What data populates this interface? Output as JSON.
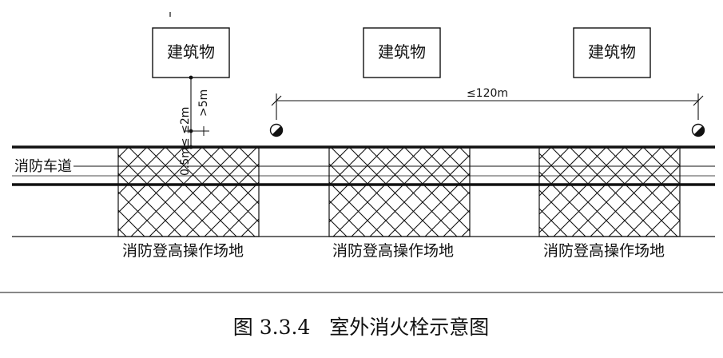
{
  "buildings": [
    {
      "label": "建筑物"
    },
    {
      "label": "建筑物"
    },
    {
      "label": "建筑物"
    }
  ],
  "road_label": "消防车道",
  "platforms": [
    {
      "label": "消防登高操作场地"
    },
    {
      "label": "消防登高操作场地"
    },
    {
      "label": "消防登高操作场地"
    }
  ],
  "dimensions": {
    "min_building_distance": ">5m",
    "hydrant_road_distance": "0.5m≤ ≤2m",
    "hydrant_spacing": "≤120m"
  },
  "caption": "图 3.3.4   室外消火栓示意图"
}
